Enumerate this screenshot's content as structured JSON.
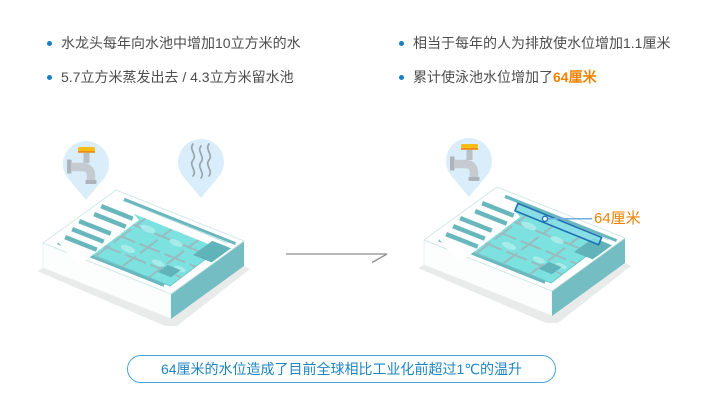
{
  "bullets": {
    "left": [
      {
        "text": "水龙头每年向水池中增加10立方米的水"
      },
      {
        "text": "5.7立方米蒸发出去 / 4.3立方米留水池"
      }
    ],
    "right": [
      {
        "text": "相当于每年的人为排放使水位增加1.1厘米"
      },
      {
        "text": "累计使泳池水位增加了",
        "highlight": "64厘米"
      }
    ]
  },
  "diagram": {
    "before_pool": {
      "icons": [
        "faucet-pin",
        "steam-pin"
      ]
    },
    "after_pool": {
      "icons": [
        "faucet-pin"
      ],
      "callout_label": "64厘米"
    },
    "arrow": "before-to-after"
  },
  "footer": {
    "note": "64厘米的水位造成了目前全球相比工业化前超过1℃的温升"
  },
  "colors": {
    "bullet_dot": "#1b7ec2",
    "body_text": "#4d4d4d",
    "accent_orange": "#f08200",
    "note_border": "#4aa3d8",
    "note_text": "#1f85c2",
    "callout_line": "#74aede",
    "highlight_stroke": "#2070b5",
    "water": "#7de1e0",
    "deck_teal": "#5fb3b9",
    "pin_fill": "#d9edfa"
  }
}
